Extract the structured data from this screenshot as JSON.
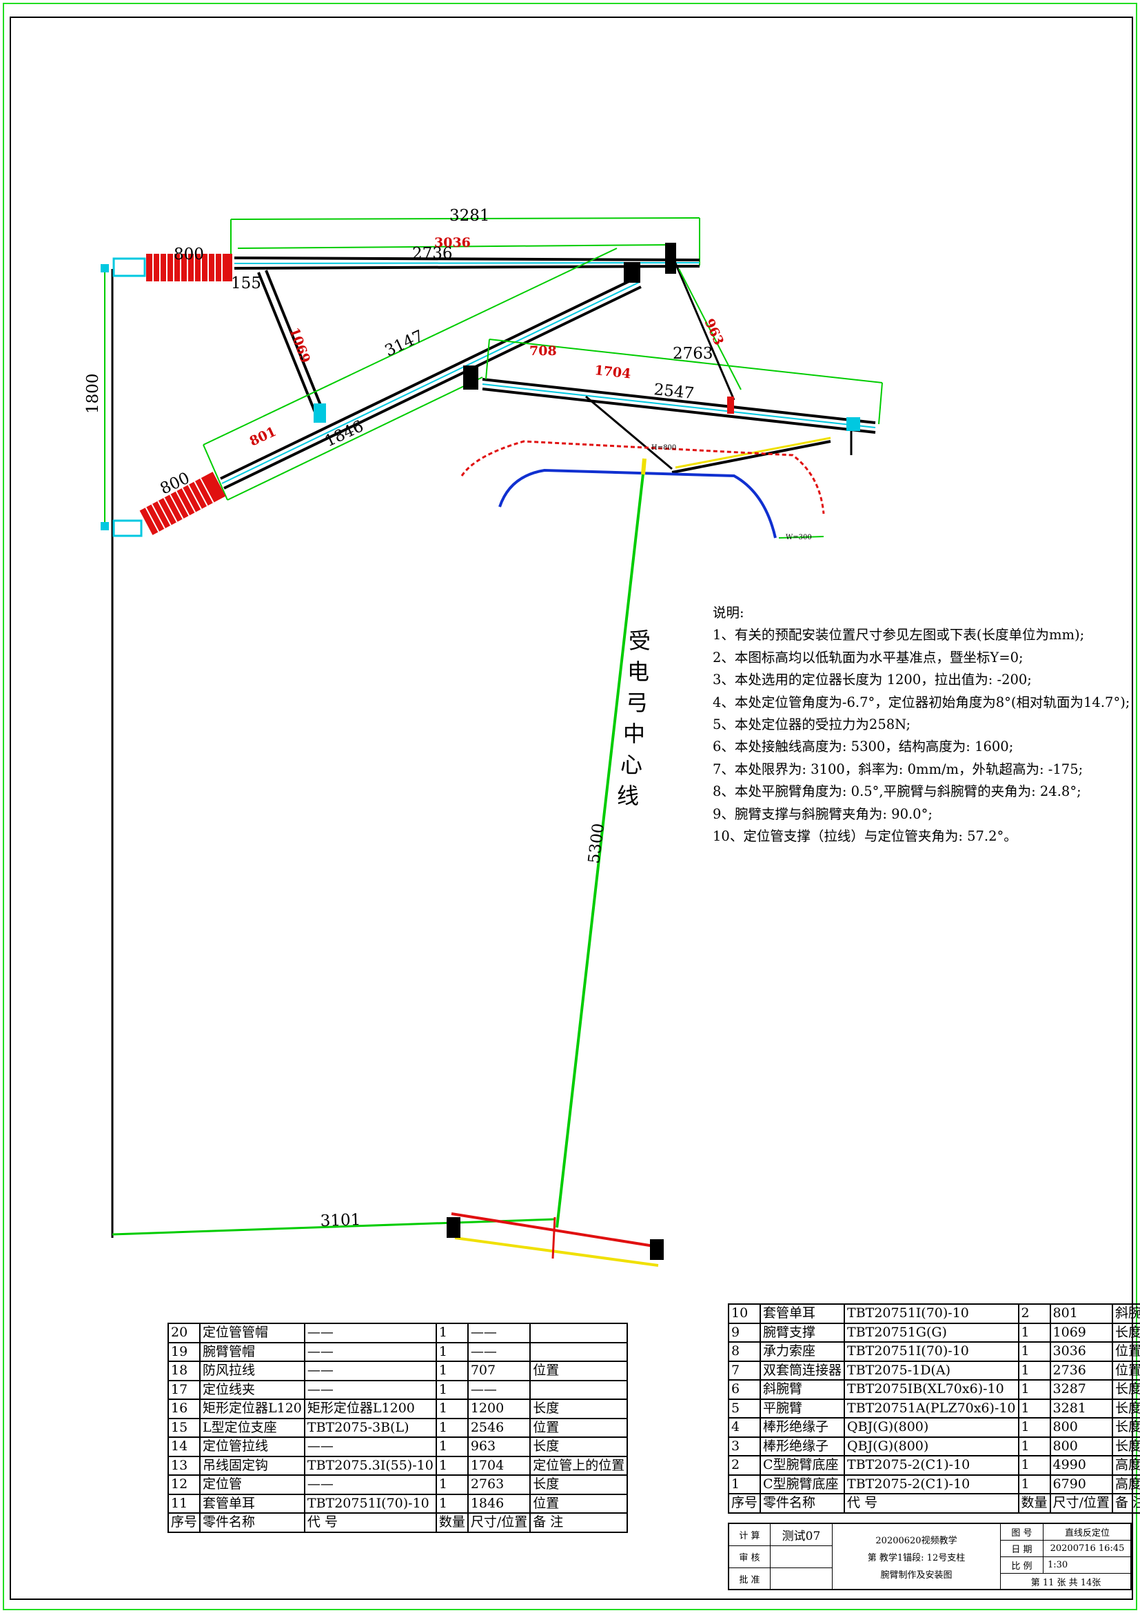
{
  "dimensions": {
    "top_length": "3281",
    "insulator_upper": "800",
    "red_3036": "3036",
    "length_2736": "2736",
    "length_155": "155",
    "support_1069": "1069",
    "diagonal_3147": "3147",
    "length_963": "963",
    "length_2763": "2763",
    "red_708": "708",
    "red_1704": "1704",
    "length_2547": "2547",
    "height_1800": "1800",
    "red_801": "801",
    "length_1846": "1846",
    "insulator_lower": "800",
    "wire_height_5300": "5300",
    "gauge_3101": "3101",
    "small_label_h": "H=800",
    "small_label_g": "W=300"
  },
  "pantograph_center_label": [
    "受",
    "电",
    "弓",
    "中",
    "心",
    "线"
  ],
  "notes": {
    "heading": "说明:",
    "items": [
      "1、有关的预配安装位置尺寸参见左图或下表(长度单位为mm);",
      "2、本图标高均以低轨面为水平基准点，暨坐标Y=0;",
      "3、本处选用的定位器长度为 1200，拉出值为: -200;",
      "4、本处定位管角度为-6.7°，定位器初始角度为8°(相对轨面为14.7°);",
      "5、本处定位器的受拉力为258N;",
      "6、本处接触线高度为: 5300，结构高度为: 1600;",
      "7、本处限界为: 3100，斜率为: 0mm/m，外轨超高为: -175;",
      "8、本处平腕臂角度为: 0.5°,平腕臂与斜腕臂的夹角为: 24.8°;",
      "9、腕臂支撑与斜腕臂夹角为: 90.0°;",
      "10、定位管支撑（拉线）与定位管夹角为: 57.2°。"
    ]
  },
  "parts_left": [
    [
      "20",
      "定位管管帽",
      "——",
      "1",
      "——",
      ""
    ],
    [
      "19",
      "腕臂管帽",
      "——",
      "1",
      "——",
      ""
    ],
    [
      "18",
      "防风拉线",
      "——",
      "1",
      "707",
      "位置"
    ],
    [
      "17",
      "定位线夹",
      "——",
      "1",
      "——",
      ""
    ],
    [
      "16",
      "矩形定位器L120",
      "矩形定位器L1200",
      "1",
      "1200",
      "长度"
    ],
    [
      "15",
      "L型定位支座",
      "TBT2075-3B(L)",
      "1",
      "2546",
      "位置"
    ],
    [
      "14",
      "定位管拉线",
      "——",
      "1",
      "963",
      "长度"
    ],
    [
      "13",
      "吊线固定钩",
      "TBT2075.3I(55)-10",
      "1",
      "1704",
      "定位管上的位置"
    ],
    [
      "12",
      "定位管",
      "——",
      "1",
      "2763",
      "长度"
    ],
    [
      "11",
      "套管单耳",
      "TBT20751I(70)-10",
      "1",
      "1846",
      "位置"
    ],
    [
      "序号",
      "零件名称",
      "代 号",
      "数量",
      "尺寸/位置",
      "备 注"
    ]
  ],
  "parts_right": [
    [
      "10",
      "套管单耳",
      "TBT20751I(70)-10",
      "2",
      "801",
      "斜腕臂位置"
    ],
    [
      "9",
      "腕臂支撑",
      "TBT20751G(G)",
      "1",
      "1069",
      "长度"
    ],
    [
      "8",
      "承力索座",
      "TBT20751I(70)-10",
      "1",
      "3036",
      "位置"
    ],
    [
      "7",
      "双套筒连接器",
      "TBT2075-1D(A)",
      "1",
      "2736",
      "位置"
    ],
    [
      "6",
      "斜腕臂",
      "TBT2075IB(XL70x6)-10",
      "1",
      "3287",
      "长度"
    ],
    [
      "5",
      "平腕臂",
      "TBT20751A(PLZ70x6)-10",
      "1",
      "3281",
      "长度"
    ],
    [
      "4",
      "棒形绝缘子",
      "QBJ(G)(800)",
      "1",
      "800",
      "长度"
    ],
    [
      "3",
      "棒形绝缘子",
      "QBJ(G)(800)",
      "1",
      "800",
      "长度"
    ],
    [
      "2",
      "C型腕臂底座",
      "TBT2075-2(C1)-10",
      "1",
      "4990",
      "高度"
    ],
    [
      "1",
      "C型腕臂底座",
      "TBT2075-2(C1)-10",
      "1",
      "6790",
      "高度"
    ],
    [
      "序号",
      "零件名称",
      "代 号",
      "数量",
      "尺寸/位置",
      "备 注"
    ]
  ],
  "title_block": {
    "calc_label": "计 算",
    "calc_value": "测试07",
    "review_label": "审 核",
    "approve_label": "批 准",
    "center_line1": "20200620视频教学",
    "center_line2": "第 教学1锚段: 12号支柱",
    "center_line3": "腕臂制作及安装图",
    "drawing_no_label": "图 号",
    "drawing_no_value": "直线反定位",
    "date_label": "日 期",
    "date_value": "20200716 16:45",
    "scale_label": "比 例",
    "scale_value": "1:30",
    "sheet_text": "第 11 张 共 14张"
  },
  "colors": {
    "frame": "#22dd22",
    "dimension": "#00cc00",
    "insulator": "#e01010",
    "cyan": "#00c8e0",
    "blue_gauge": "#1030d0",
    "red_gauge": "#e01010",
    "yellow": "#f0e000"
  }
}
